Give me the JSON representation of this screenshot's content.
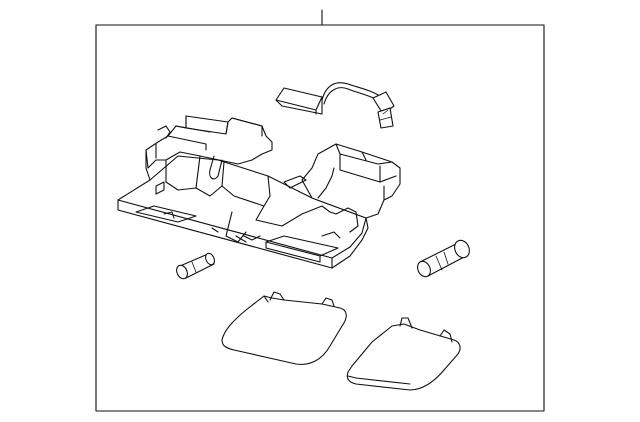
{
  "diagram": {
    "parts": [
      {
        "id": "overhead-console-assembly",
        "icon": "console-housing"
      },
      {
        "id": "wire-harness",
        "icon": "harness-connector"
      },
      {
        "id": "left-bulb",
        "icon": "bulb"
      },
      {
        "id": "right-bulb",
        "icon": "bulb"
      },
      {
        "id": "left-lens",
        "icon": "lens-cover"
      },
      {
        "id": "right-lens",
        "icon": "lens-cover"
      }
    ],
    "colors": {
      "line": "#111111",
      "background": "#ffffff"
    }
  }
}
